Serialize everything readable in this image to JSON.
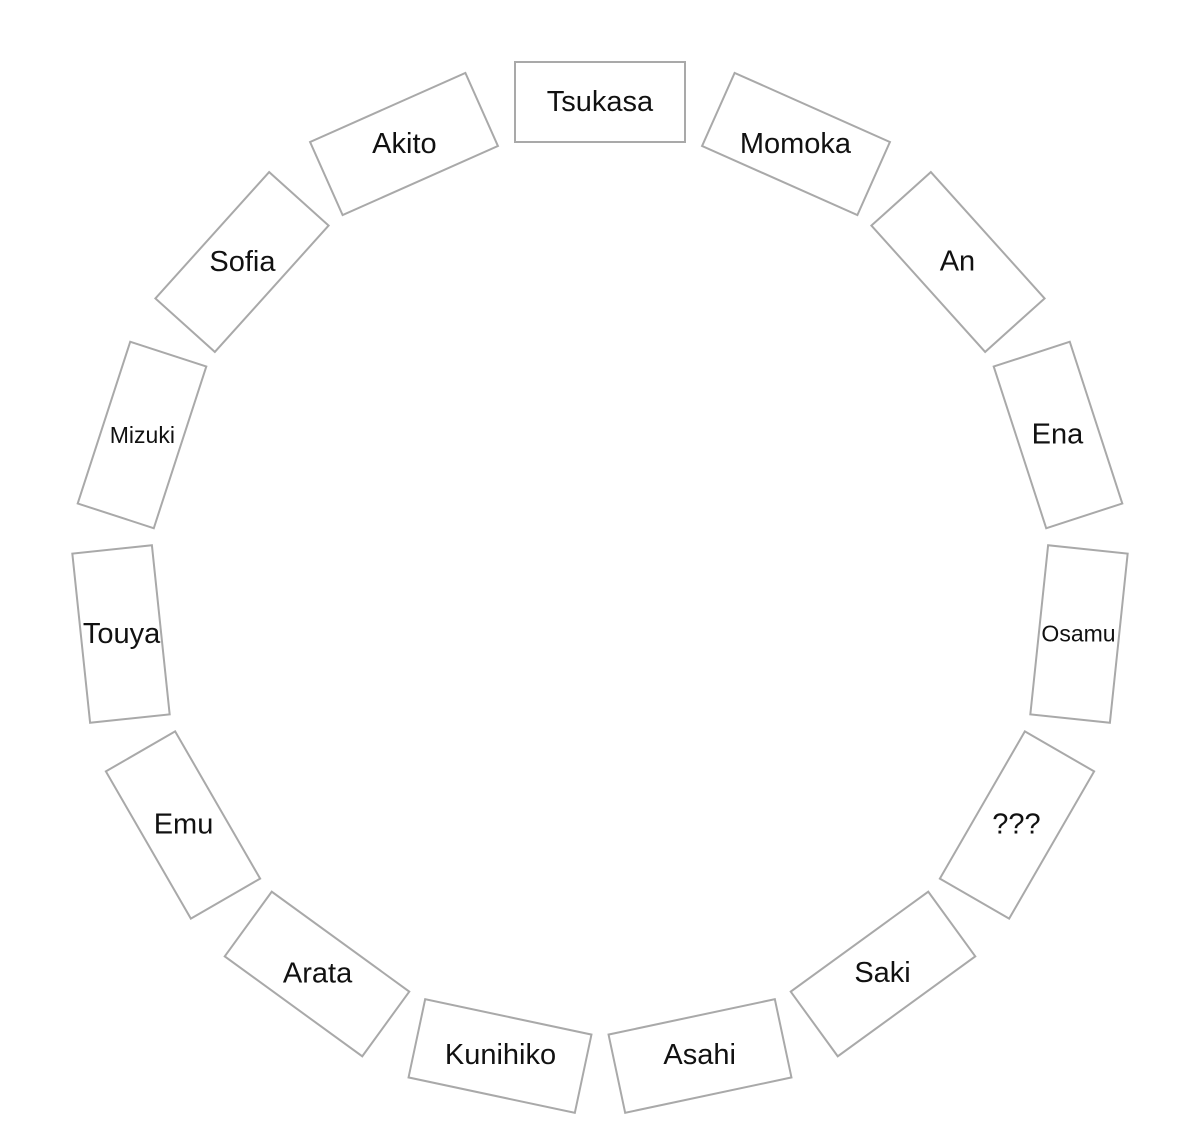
{
  "seats": [
    {
      "name": "Tsukasa"
    },
    {
      "name": "Momoka"
    },
    {
      "name": "An"
    },
    {
      "name": "Ena"
    },
    {
      "name": "Osamu"
    },
    {
      "name": "???"
    },
    {
      "name": "Saki"
    },
    {
      "name": "Asahi"
    },
    {
      "name": "Kunihiko"
    },
    {
      "name": "Arata"
    },
    {
      "name": "Emu"
    },
    {
      "name": "Touya"
    },
    {
      "name": "Mizuki"
    },
    {
      "name": "Sofia"
    },
    {
      "name": "Akito"
    }
  ],
  "colors": {
    "card_border": "#a9a9a9",
    "card_fill": "#ffffff",
    "label_text": "#111111"
  }
}
